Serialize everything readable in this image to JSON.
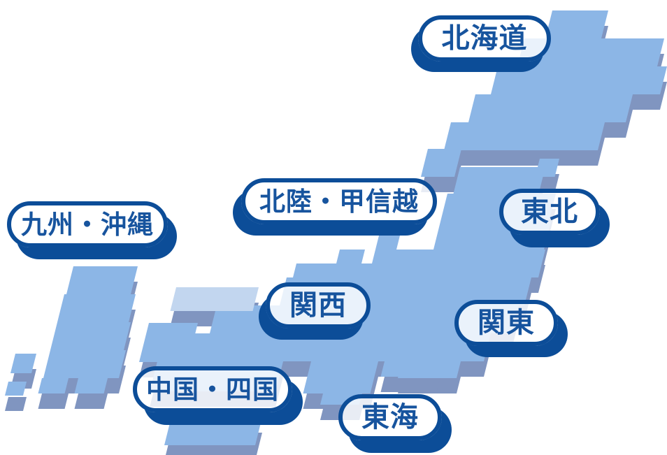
{
  "page": {
    "background": "#ffffff",
    "description_label": "japan-region-selector-map"
  },
  "map": {
    "name": "japan-pixel-map",
    "colors": {
      "tile_top": "#8CB6E6",
      "tile_side": "#8095C0",
      "tile_light": "#C2D6EF"
    }
  },
  "colors": {
    "pill_fill": "rgba(255,255,255,0.82)",
    "pill_border": "#0C4D98",
    "pill_text": "#17549E"
  },
  "labels": [
    {
      "id": "hokkaido",
      "text": "北海道"
    },
    {
      "id": "tohoku",
      "text": "東北"
    },
    {
      "id": "hokuriku-koshinetsu",
      "text": "北陸・甲信越"
    },
    {
      "id": "kanto",
      "text": "関東"
    },
    {
      "id": "kansai",
      "text": "関西"
    },
    {
      "id": "tokai",
      "text": "東海"
    },
    {
      "id": "chugoku-shikoku",
      "text": "中国・四国"
    },
    {
      "id": "kyushu-okinawa",
      "text": "九州・沖縄"
    }
  ]
}
